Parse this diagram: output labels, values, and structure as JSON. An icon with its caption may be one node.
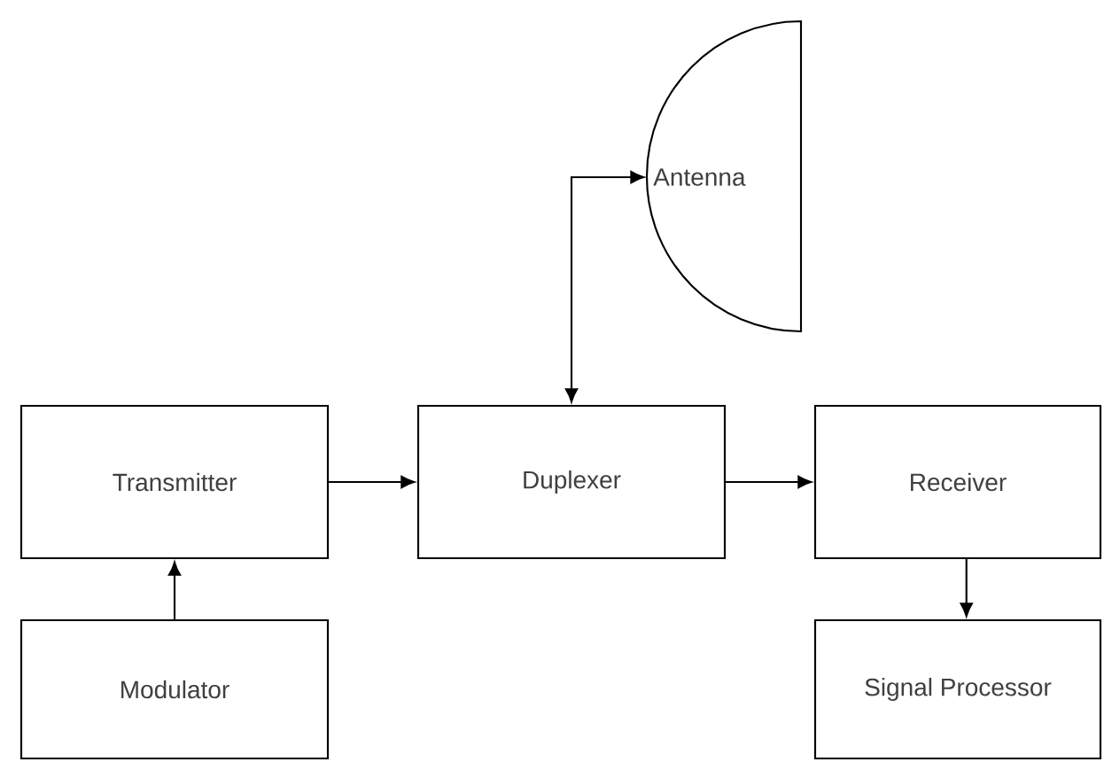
{
  "diagram": {
    "nodes": [
      {
        "text": [
          "Antenna"
        ]
      },
      {
        "text": [
          "Duplexer"
        ]
      },
      {
        "text": [
          "Transmitter"
        ]
      },
      {
        "text": [
          "Receiver"
        ]
      },
      {
        "text": [
          "Modulator"
        ]
      },
      {
        "text": [
          "Signal Processor"
        ]
      }
    ],
    "edges": [
      {
        "from": 1,
        "to": 0,
        "arrow": "both"
      },
      {
        "from": 2,
        "to": 1,
        "arrow": "to"
      },
      {
        "from": 1,
        "to": 3,
        "arrow": "to"
      },
      {
        "from": 4,
        "to": 2,
        "arrow": "to"
      },
      {
        "from": 3,
        "to": 5,
        "arrow": "to"
      }
    ]
  }
}
